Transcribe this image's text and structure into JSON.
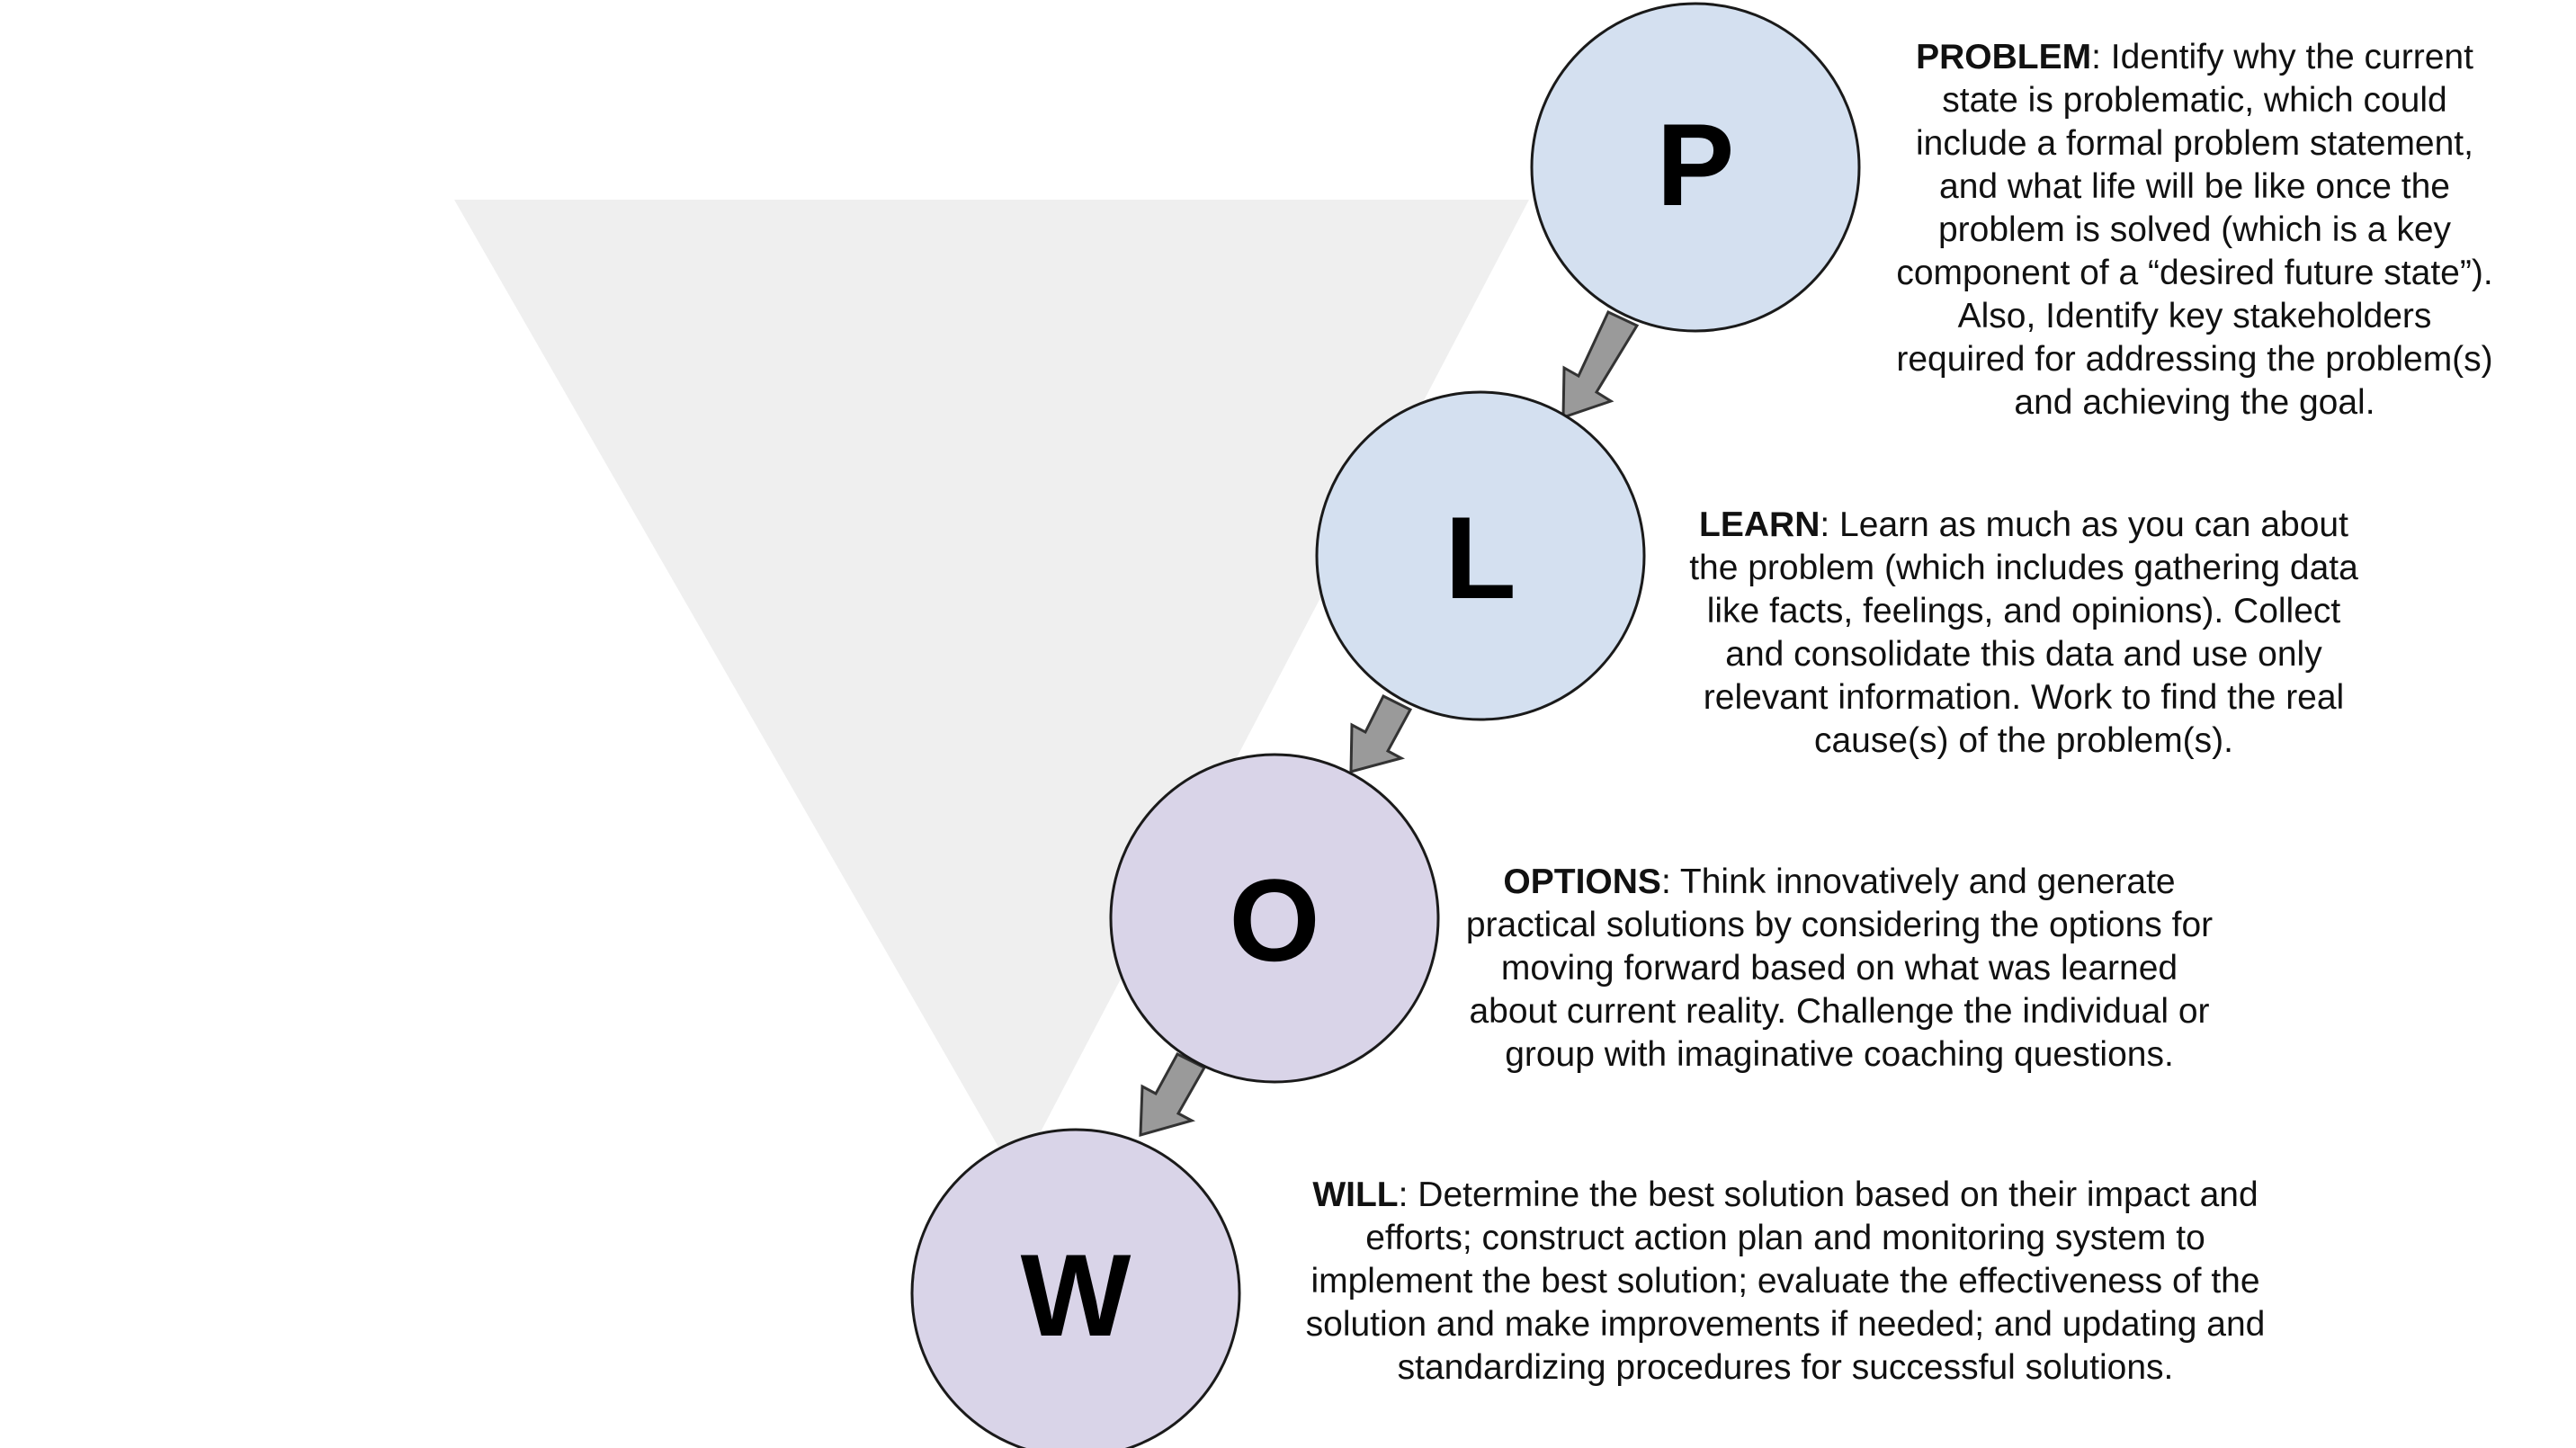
{
  "colors": {
    "funnel": "#efefef",
    "circle_blue": "#d4e0f0",
    "circle_purple": "#d9d4e8",
    "circle_stroke": "#1a1a1a",
    "arrow_fill": "#9a9a9a",
    "arrow_stroke": "#333333",
    "letter": "#000000"
  },
  "steps": [
    {
      "letter": "P",
      "keyword": "PROBLEM",
      "description": ": Identify why the current\nstate is problematic, which could\ninclude a formal problem statement,\nand what life will be like once the\nproblem is solved (which is a key\ncomponent of a “desired future state”).\nAlso, Identify key stakeholders\nrequired for addressing the problem(s)\nand achieving the goal."
    },
    {
      "letter": "L",
      "keyword": "LEARN",
      "description": ":  Learn as much as you can about\nthe problem (which includes gathering data\nlike facts, feelings, and opinions). Collect\nand consolidate this data and use only\nrelevant information. Work to find the real\ncause(s) of the problem(s)."
    },
    {
      "letter": "O",
      "keyword": "OPTIONS",
      "description": ": Think innovatively and generate\npractical solutions by considering the options for\nmoving forward based on what was learned\nabout current reality. Challenge the individual or\ngroup with imaginative coaching questions."
    },
    {
      "letter": "W",
      "keyword": "WILL",
      "description": ": Determine the best solution based on their impact and\nefforts; construct action plan and monitoring system to\nimplement the best solution; evaluate the effectiveness of the\nsolution and make improvements if needed; and updating and\nstandardizing procedures for successful solutions."
    }
  ]
}
